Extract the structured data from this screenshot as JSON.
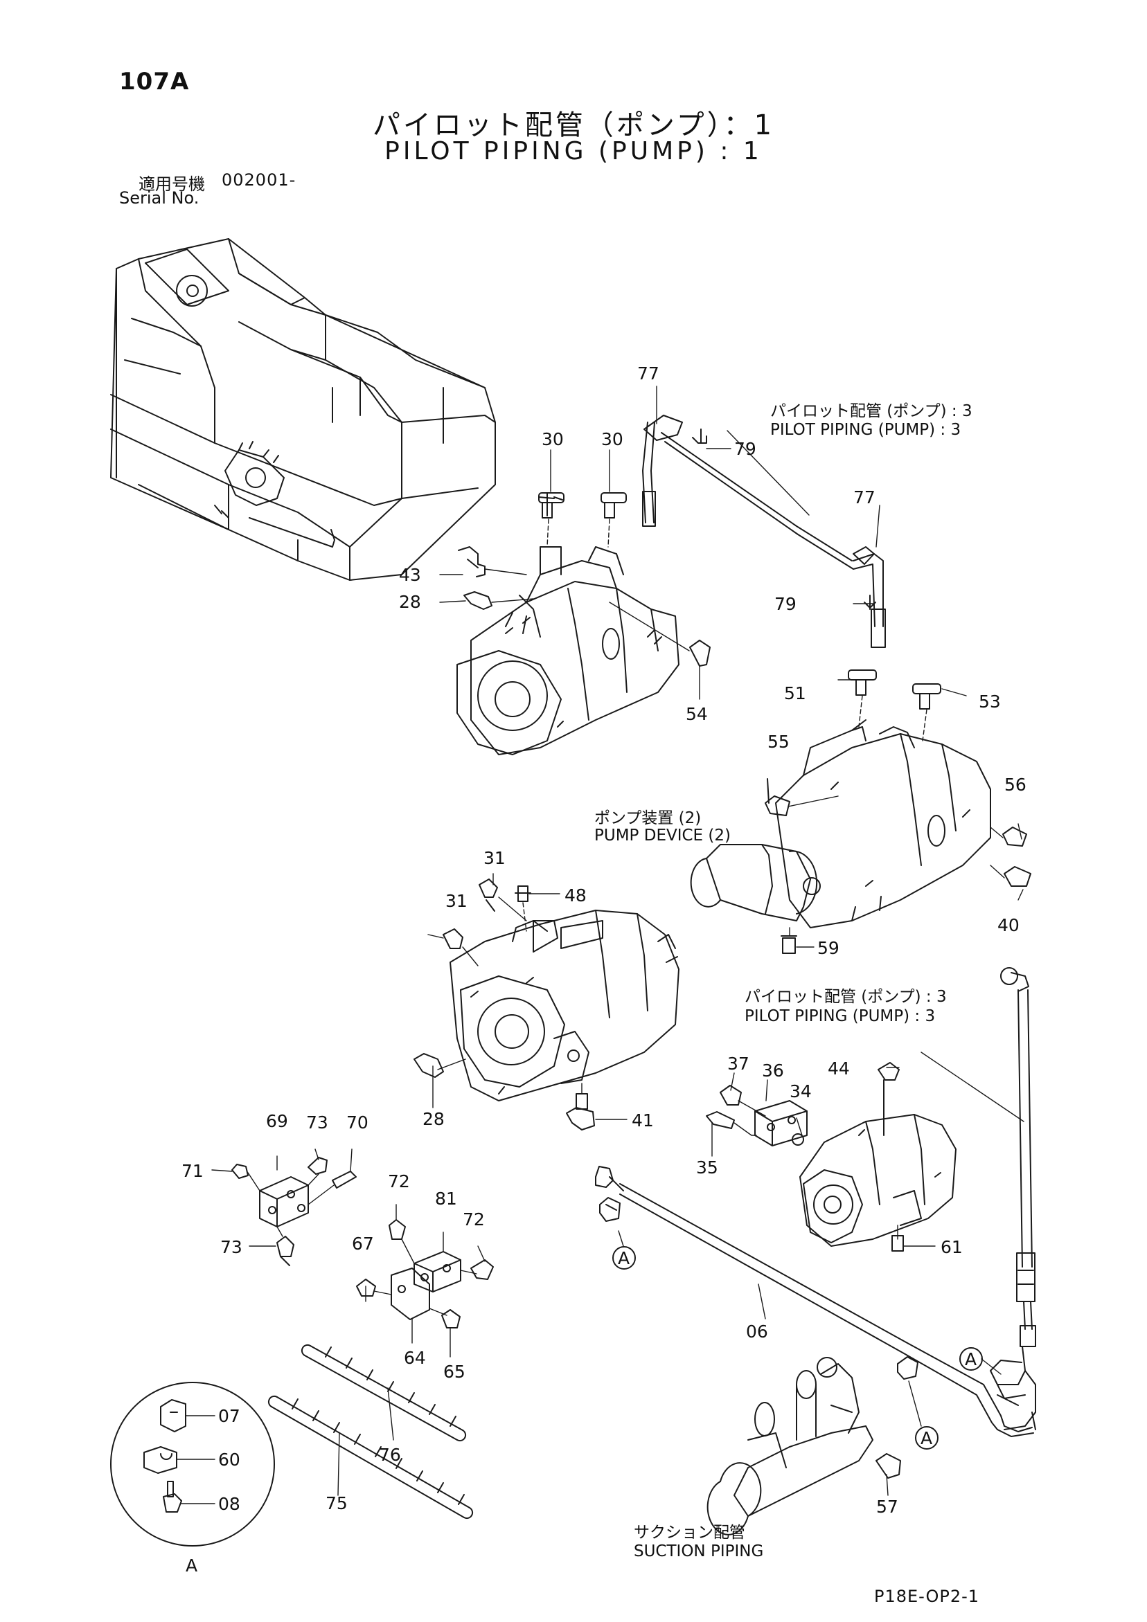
{
  "header": {
    "page_number": "107A",
    "title_jp": "パイロット配管（ポンプ）：1",
    "title_en": "PILOT PIPING (PUMP) : 1",
    "serial_label_jp": "適用号機",
    "serial_range": "002001-",
    "serial_label_en": "Serial No."
  },
  "references": [
    {
      "jp": "パイロット配管 (ポンプ) : 3",
      "en": "PILOT PIPING (PUMP) : 3"
    },
    {
      "jp": "ポンプ装置 (2)",
      "en": "PUMP DEVICE (2)"
    },
    {
      "jp": "パイロット配管 (ポンプ) : 3",
      "en": "PILOT PIPING (PUMP) : 3"
    },
    {
      "jp": "サクション配管",
      "en": "SUCTION PIPING"
    }
  ],
  "part_labels": [
    "77",
    "79",
    "77",
    "79",
    "30",
    "30",
    "43",
    "28",
    "54",
    "51",
    "53",
    "55",
    "56",
    "40",
    "59",
    "31",
    "48",
    "31",
    "28",
    "41",
    "37",
    "36",
    "44",
    "34",
    "35",
    "61",
    "69",
    "73",
    "70",
    "71",
    "73",
    "72",
    "81",
    "72",
    "67",
    "64",
    "65",
    "06",
    "76",
    "75",
    "57",
    "07",
    "60",
    "08"
  ],
  "detail_markers": [
    "A",
    "A",
    "A",
    "A"
  ],
  "figure_code": "P18E-OP2-1"
}
